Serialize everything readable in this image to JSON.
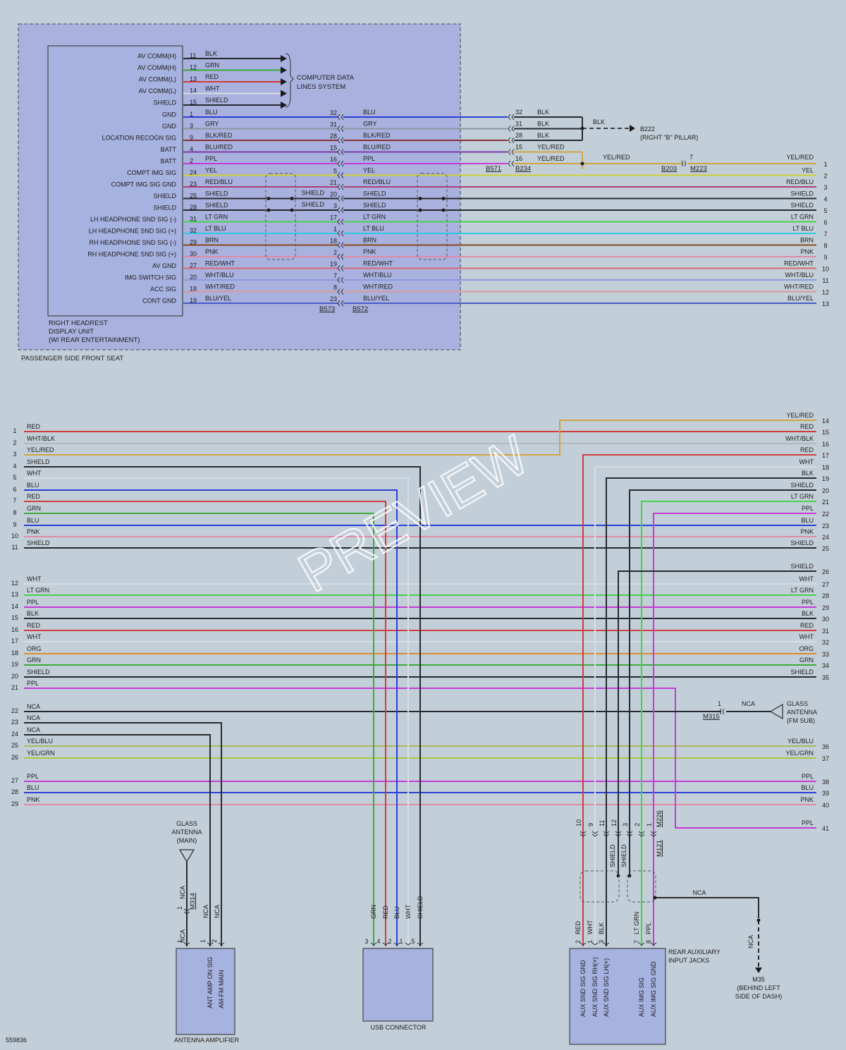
{
  "diagram_id": "559836",
  "watermark": "PREVIEW",
  "colors": {
    "RED": "#d23b3b",
    "WHT": "#d6dde3",
    "BLK": "#262a2e",
    "BLU": "#2a3fd8",
    "GRN": "#3daa3d",
    "GRY": "#8c959c",
    "PPL": "#c53ad8",
    "YEL": "#cfcf32",
    "BRN": "#8a4a1a",
    "PNK": "#e08aa4",
    "ORG": "#e08a2a",
    "LTGRN": "#46d24a",
    "LTBLU": "#34c8e6",
    "SHIELD": "#262a2e",
    "WHT/BLK": "#b0b8be",
    "YEL/RED": "#d0a440",
    "BLK/RED": "#8a3036",
    "BLU/RED": "#7a3aa8",
    "RED/BLU": "#b03a7a",
    "RED/WHT": "#d86a72",
    "WHT/BLU": "#8a9adc",
    "WHT/RED": "#d89a9a",
    "BLU/YEL": "#4a5ac8",
    "YEL/BLU": "#a8b85a",
    "YEL/GRN": "#a8c83a",
    "NCA": "#262a2e",
    "unit_fill": "#a6b2e0",
    "region_fill": "#a9b1de",
    "region_border": "#5a6272"
  },
  "top": {
    "region_label": "PASSENGER SIDE FRONT SEAT",
    "unit_name": [
      "RIGHT HEADREST",
      "DISPLAY UNIT",
      "(W/ REAR ENTERTAINMENT)"
    ],
    "computer_data": [
      "COMPUTER DATA",
      "LINES SYSTEM"
    ],
    "comm_rows": [
      {
        "pin_label": "AV COMM(H)",
        "pin": "11",
        "wire": "BLK",
        "color": "BLK"
      },
      {
        "pin_label": "AV COMM(H)",
        "pin": "12",
        "wire": "GRN",
        "color": "GRN"
      },
      {
        "pin_label": "AV COMM(L)",
        "pin": "13",
        "wire": "RED",
        "color": "RED"
      },
      {
        "pin_label": "AV COMM(L)",
        "pin": "14",
        "wire": "WHT",
        "color": "WHT"
      },
      {
        "pin_label": "SHIELD",
        "pin": "15",
        "wire": "SHIELD",
        "color": "SHIELD"
      }
    ],
    "rows": [
      {
        "pin_label": "GND",
        "pin": "1",
        "wire": "BLU",
        "c1": "32",
        "wire2": "BLU",
        "color": "BLU"
      },
      {
        "pin_label": "GND",
        "pin": "3",
        "wire": "GRY",
        "c1": "31",
        "wire2": "GRY",
        "color": "GRY"
      },
      {
        "pin_label": "LOCATION RECOGN SIG",
        "pin": "9",
        "wire": "BLK/RED",
        "c1": "28",
        "wire2": "BLK/RED",
        "color": "BLK/RED"
      },
      {
        "pin_label": "BATT",
        "pin": "4",
        "wire": "BLU/RED",
        "c1": "15",
        "wire2": "BLU/RED",
        "color": "BLU/RED"
      },
      {
        "pin_label": "BATT",
        "pin": "2",
        "wire": "PPL",
        "c1": "16",
        "wire2": "PPL",
        "color": "PPL"
      },
      {
        "pin_label": "COMPT IMG SIG",
        "pin": "24",
        "wire": "YEL",
        "c1": "5",
        "wire2": "YEL",
        "color": "YEL",
        "right": "YEL",
        "num": "2"
      },
      {
        "pin_label": "COMPT IMG SIG GND",
        "pin": "23",
        "wire": "RED/BLU",
        "c1": "21",
        "wire2": "RED/BLU",
        "color": "RED/BLU",
        "right": "RED/BLU",
        "num": "3"
      },
      {
        "pin_label": "SHIELD",
        "pin": "25",
        "wire": "SHIELD",
        "c1": "20",
        "wire2": "SHIELD",
        "color": "SHIELD",
        "right": "SHIELD",
        "num": "4",
        "mid": "SHIELD"
      },
      {
        "pin_label": "SHIELD",
        "pin": "28",
        "wire": "SHIELD",
        "c1": "3",
        "wire2": "SHIELD",
        "color": "SHIELD",
        "right": "SHIELD",
        "num": "5",
        "mid": "SHIELD"
      },
      {
        "pin_label": "LH HEADPHONE SND SIG (-)",
        "pin": "31",
        "wire": "LT GRN",
        "c1": "17",
        "wire2": "LT GRN",
        "color": "LTGRN",
        "right": "LT GRN",
        "num": "6"
      },
      {
        "pin_label": "LH HEADPHONE SND SIG (+)",
        "pin": "32",
        "wire": "LT BLU",
        "c1": "1",
        "wire2": "LT BLU",
        "color": "LTBLU",
        "right": "LT BLU",
        "num": "7"
      },
      {
        "pin_label": "RH HEADPHONE SND SIG (-)",
        "pin": "29",
        "wire": "BRN",
        "c1": "18",
        "wire2": "BRN",
        "color": "BRN",
        "right": "BRN",
        "num": "8"
      },
      {
        "pin_label": "RH HEADPHONE SND SIG (+)",
        "pin": "30",
        "wire": "PNK",
        "c1": "2",
        "wire2": "PNK",
        "color": "PNK",
        "right": "PNK",
        "num": "9"
      },
      {
        "pin_label": "AV GND",
        "pin": "27",
        "wire": "RED/WHT",
        "c1": "19",
        "wire2": "RED/WHT",
        "color": "RED/WHT",
        "right": "RED/WHT",
        "num": "10"
      },
      {
        "pin_label": "IMG SWITCH SIG",
        "pin": "20",
        "wire": "WHT/BLU",
        "c1": "7",
        "wire2": "WHT/BLU",
        "color": "WHT/BLU",
        "right": "WHT/BLU",
        "num": "11"
      },
      {
        "pin_label": "ACC SIG",
        "pin": "18",
        "wire": "WHT/RED",
        "c1": "8",
        "wire2": "WHT/RED",
        "color": "WHT/RED",
        "right": "WHT/RED",
        "num": "12"
      },
      {
        "pin_label": "CONT GND",
        "pin": "19",
        "wire": "BLU/YEL",
        "c1": "23",
        "wire2": "BLU/YEL",
        "color": "BLU/YEL",
        "right": "BLU/YEL",
        "num": "13"
      }
    ],
    "b234_rows": [
      {
        "pin": "32",
        "wire": "BLK"
      },
      {
        "pin": "31",
        "wire": "BLK"
      },
      {
        "pin": "28",
        "wire": "BLK"
      },
      {
        "pin": "15",
        "wire": "YEL/RED"
      },
      {
        "pin": "16",
        "wire": "YEL/RED"
      }
    ],
    "blk_label": "BLK",
    "ground": "B222",
    "ground_loc": "(RIGHT \"B\" PILLAR)",
    "yelred_label": "YEL/RED",
    "yelred_right": "YEL/RED",
    "yelred_num": "1",
    "pin7": "7",
    "connectors": {
      "b573": "B573",
      "b572": "B572",
      "b571": "B571",
      "b234": "B234",
      "b203": "B203",
      "m223": "M223"
    }
  },
  "left_rows": [
    {
      "num": "1",
      "label": "RED",
      "color": "RED"
    },
    {
      "num": "2",
      "label": "WHT/BLK",
      "color": "WHT/BLK"
    },
    {
      "num": "3",
      "label": "YEL/RED",
      "color": "YEL/RED"
    },
    {
      "num": "4",
      "label": "SHIELD",
      "color": "SHIELD"
    },
    {
      "num": "5",
      "label": "WHT",
      "color": "WHT"
    },
    {
      "num": "6",
      "label": "BLU",
      "color": "BLU"
    },
    {
      "num": "7",
      "label": "RED",
      "color": "RED"
    },
    {
      "num": "8",
      "label": "GRN",
      "color": "GRN"
    },
    {
      "num": "9",
      "label": "BLU",
      "color": "BLU"
    },
    {
      "num": "10",
      "label": "PNK",
      "color": "PNK"
    },
    {
      "num": "11",
      "label": "SHIELD",
      "color": "SHIELD"
    },
    {
      "num": "12",
      "label": "WHT",
      "color": "WHT"
    },
    {
      "num": "13",
      "label": "LT GRN",
      "color": "LTGRN"
    },
    {
      "num": "14",
      "label": "PPL",
      "color": "PPL"
    },
    {
      "num": "15",
      "label": "BLK",
      "color": "BLK"
    },
    {
      "num": "16",
      "label": "RED",
      "color": "RED"
    },
    {
      "num": "17",
      "label": "WHT",
      "color": "WHT"
    },
    {
      "num": "18",
      "label": "ORG",
      "color": "ORG"
    },
    {
      "num": "19",
      "label": "GRN",
      "color": "GRN"
    },
    {
      "num": "20",
      "label": "SHIELD",
      "color": "SHIELD"
    },
    {
      "num": "21",
      "label": "PPL",
      "color": "PPL"
    },
    {
      "num": "22",
      "label": "NCA",
      "color": "NCA"
    },
    {
      "num": "23",
      "label": "NCA",
      "color": "NCA"
    },
    {
      "num": "24",
      "label": "NCA",
      "color": "NCA"
    },
    {
      "num": "25",
      "label": "YEL/BLU",
      "color": "YEL/BLU"
    },
    {
      "num": "26",
      "label": "YEL/GRN",
      "color": "YEL/GRN"
    },
    {
      "num": "27",
      "label": "PPL",
      "color": "PPL"
    },
    {
      "num": "28",
      "label": "BLU",
      "color": "BLU"
    },
    {
      "num": "29",
      "label": "PNK",
      "color": "PNK"
    }
  ],
  "right_rows": [
    {
      "num": "14",
      "label": "YEL/RED",
      "color": "YEL/RED"
    },
    {
      "num": "15",
      "label": "RED",
      "color": "RED"
    },
    {
      "num": "16",
      "label": "WHT/BLK",
      "color": "WHT/BLK"
    },
    {
      "num": "17",
      "label": "RED",
      "color": "RED"
    },
    {
      "num": "18",
      "label": "WHT",
      "color": "WHT"
    },
    {
      "num": "19",
      "label": "BLK",
      "color": "BLK"
    },
    {
      "num": "20",
      "label": "SHIELD",
      "color": "SHIELD"
    },
    {
      "num": "21",
      "label": "LT GRN",
      "color": "LTGRN"
    },
    {
      "num": "22",
      "label": "PPL",
      "color": "PPL"
    },
    {
      "num": "23",
      "label": "BLU",
      "color": "BLU"
    },
    {
      "num": "24",
      "label": "PNK",
      "color": "PNK"
    },
    {
      "num": "25",
      "label": "SHIELD",
      "color": "SHIELD"
    },
    {
      "num": "26",
      "label": "SHIELD",
      "color": "SHIELD"
    },
    {
      "num": "27",
      "label": "WHT",
      "color": "WHT"
    },
    {
      "num": "28",
      "label": "LT GRN",
      "color": "LTGRN"
    },
    {
      "num": "29",
      "label": "PPL",
      "color": "PPL"
    },
    {
      "num": "30",
      "label": "BLK",
      "color": "BLK"
    },
    {
      "num": "31",
      "label": "RED",
      "color": "RED"
    },
    {
      "num": "32",
      "label": "WHT",
      "color": "WHT"
    },
    {
      "num": "33",
      "label": "ORG",
      "color": "ORG"
    },
    {
      "num": "34",
      "label": "GRN",
      "color": "GRN"
    },
    {
      "num": "35",
      "label": "SHIELD",
      "color": "SHIELD"
    },
    {
      "num": "36",
      "label": "YEL/BLU",
      "color": "YEL/BLU"
    },
    {
      "num": "37",
      "label": "YEL/GRN",
      "color": "YEL/GRN"
    },
    {
      "num": "38",
      "label": "PPL",
      "color": "PPL"
    },
    {
      "num": "39",
      "label": "BLU",
      "color": "BLU"
    },
    {
      "num": "40",
      "label": "PNK",
      "color": "PNK"
    },
    {
      "num": "41",
      "label": "PPL",
      "color": "PPL"
    }
  ],
  "glass_fm": {
    "pin": "1",
    "wire": "NCA",
    "conn": "M315",
    "name": [
      "GLASS",
      "ANTENNA",
      "(FM SUB)"
    ]
  },
  "antenna": {
    "main_name": [
      "GLASS",
      "ANTENNA",
      "(MAIN)"
    ],
    "m314": "M314",
    "box_name": "ANTENNA AMPLIFIER",
    "pins": [
      {
        "pin": "1",
        "wire": "NCA",
        "sig": ""
      },
      {
        "pin": "1",
        "wire": "NCA",
        "sig": "ANT AMP ON SIG"
      },
      {
        "pin": "2",
        "wire": "NCA",
        "sig": "AM-FM MAIN"
      }
    ],
    "upper_pin": "1",
    "upper_wire": "NCA"
  },
  "usb": {
    "box_name": "USB CONNECTOR",
    "pins": [
      {
        "pin": "3",
        "wire": "GRN",
        "color": "GRN"
      },
      {
        "pin": "4",
        "wire": "RED",
        "color": "RED"
      },
      {
        "pin": "2",
        "wire": "BLU",
        "color": "BLU"
      },
      {
        "pin": "1",
        "wire": "WHT",
        "color": "WHT"
      },
      {
        "pin": "5",
        "wire": "SHIELD",
        "color": "SHIELD"
      }
    ]
  },
  "rear": {
    "box_name": [
      "REAR AUXILIARY",
      "INPUT JACKS"
    ],
    "m226": "M226",
    "m121": "M121",
    "top_pins": [
      "10",
      "9",
      "11",
      "12",
      "3",
      "2",
      "1"
    ],
    "bottom_pins": [
      {
        "pin": "2",
        "wire": "RED",
        "sig": "AUX SND SIG GND"
      },
      {
        "pin": "1",
        "wire": "WHT",
        "sig": "AUX SND SIG RH(+)"
      },
      {
        "pin": "3",
        "wire": "BLK",
        "sig": "AUX SND SIG LH(+)"
      },
      {
        "pin": "7",
        "wire": "LT GRN",
        "sig": "AUX IMG SIG"
      },
      {
        "pin": "8",
        "wire": "PPL",
        "sig": "AUX IMG SIG GND"
      }
    ],
    "shield1": "SHIELD",
    "shield2": "SHIELD",
    "nca": "NCA",
    "nca2": "NCA",
    "ground": "M35",
    "ground_loc": [
      "(BEHIND LEFT",
      "SIDE OF DASH)"
    ]
  }
}
